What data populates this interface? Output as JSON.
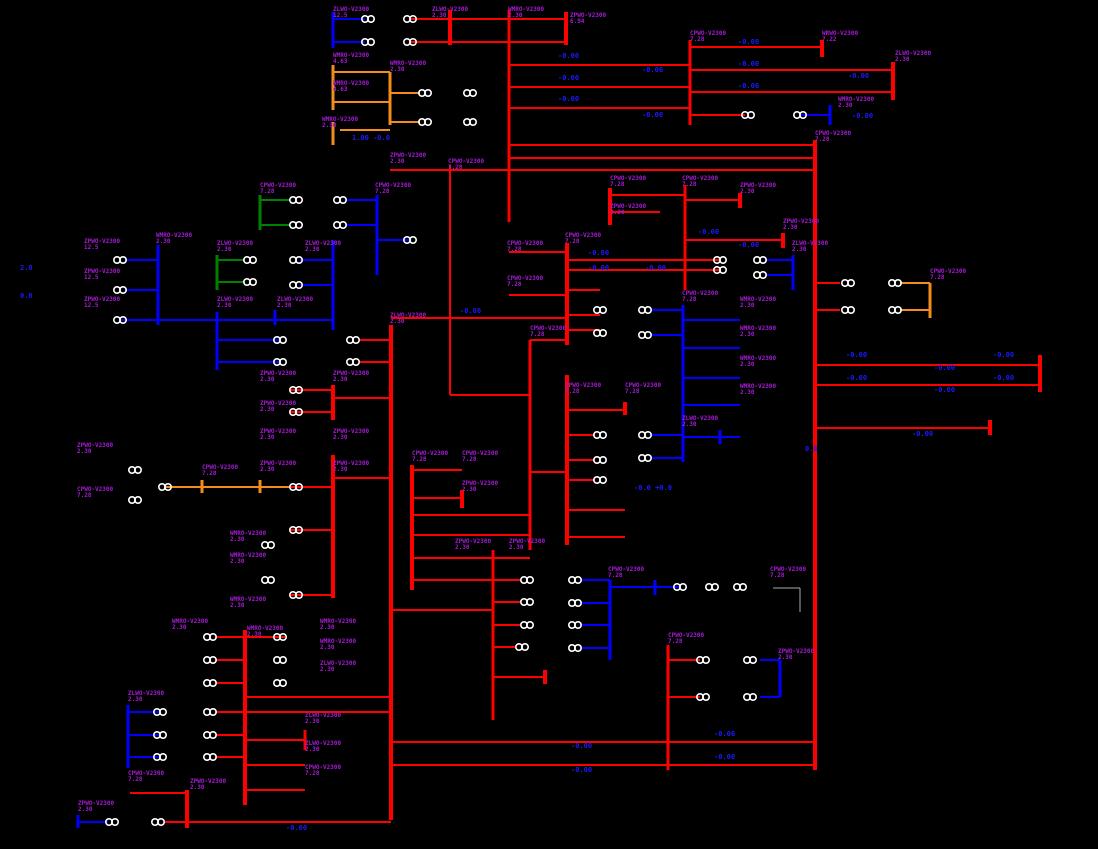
{
  "diagram": {
    "title": "Power system one-line diagram"
  },
  "colors": {
    "background": "#000000",
    "bus_high": "#ff0000",
    "bus_low": "#0000ff",
    "bus_mid": "#f28c1a",
    "bus_gen": "#008000",
    "label": "#a21ccf",
    "value": "#1a1aff",
    "device": "#ffffff"
  },
  "labels": [
    {
      "name": "ZLWO-V2300",
      "value": "12.5"
    },
    {
      "name": "ZLWO-V2300",
      "value": "2.30"
    },
    {
      "name": "WMRO-V2300",
      "value": "2.30"
    },
    {
      "name": "ZPWO-V2300",
      "value": "6.94"
    },
    {
      "name": "WMRO-V2300",
      "value": "4.63"
    },
    {
      "name": "WMRO-V2300",
      "value": "2.30"
    },
    {
      "name": "WMRO-V2300",
      "value": "4.63"
    },
    {
      "name": "WMRO-V2300",
      "value": "2.30"
    },
    {
      "name": "CPWO-V2300",
      "value": "7.28"
    },
    {
      "name": "WRWO-V2300",
      "value": "7.22"
    },
    {
      "name": "ZLWO-V2300",
      "value": "2.30"
    },
    {
      "name": "WMRO-V2300",
      "value": "2.30"
    },
    {
      "name": "CPWO-V2300",
      "value": "7.28"
    },
    {
      "name": "ZPWO-V2300",
      "value": "2.30"
    },
    {
      "name": "CPWO-V2300",
      "value": "7.28"
    },
    {
      "name": "CPWO-V2300",
      "value": "7.28"
    },
    {
      "name": "CPWO-V2300",
      "value": "7.28"
    },
    {
      "name": "CPWO-V2300",
      "value": "7.28"
    },
    {
      "name": "CPWO-V2300",
      "value": "7.28"
    },
    {
      "name": "ZPWO-V2300",
      "value": "2.30"
    },
    {
      "name": "ZPWO-V2300",
      "value": "2.30"
    },
    {
      "name": "ZPWO-V2300",
      "value": "2.30"
    },
    {
      "name": "WMRO-V2300",
      "value": "2.30"
    },
    {
      "name": "CPWO-V2300",
      "value": "7.28"
    },
    {
      "name": "CPWO-V2300",
      "value": "7.28"
    },
    {
      "name": "ZLWO-V2300",
      "value": "2.30"
    },
    {
      "name": "ZLWO-V2300",
      "value": "2.30"
    },
    {
      "name": "ZLWO-V2300",
      "value": "2.30"
    },
    {
      "name": "ZPWO-V2300",
      "value": "12.5"
    },
    {
      "name": "ZPWO-V2300",
      "value": "12.5"
    },
    {
      "name": "ZPWO-V2300",
      "value": "12.5"
    },
    {
      "name": "CPWO-V2300",
      "value": "7.28"
    },
    {
      "name": "CPWO-V2300",
      "value": "7.28"
    },
    {
      "name": "CPWO-V2300",
      "value": "7.28"
    },
    {
      "name": "WMRO-V2300",
      "value": "2.30"
    },
    {
      "name": "WMRO-V2300",
      "value": "2.30"
    },
    {
      "name": "WMRO-V2300",
      "value": "2.30"
    },
    {
      "name": "WMRO-V2300",
      "value": "2.30"
    },
    {
      "name": "ZLWO-V2300",
      "value": "2.30"
    },
    {
      "name": "ZLWO-V2300",
      "value": "2.30"
    },
    {
      "name": "ZLWO-V2300",
      "value": "2.30"
    },
    {
      "name": "CPWO-V2300",
      "value": "7.28"
    },
    {
      "name": "ZPWO-V2300",
      "value": "2.30"
    },
    {
      "name": "ZPWO-V2300",
      "value": "2.30"
    },
    {
      "name": "ZPWO-V2300",
      "value": "2.30"
    },
    {
      "name": "ZPWO-V2300",
      "value": "2.30"
    },
    {
      "name": "ZPWO-V2300",
      "value": "2.30"
    },
    {
      "name": "ZPWO-V2300",
      "value": "2.30"
    },
    {
      "name": "ZPWO-V2300",
      "value": "2.30"
    },
    {
      "name": "ZPWO-V2300",
      "value": "2.30"
    },
    {
      "name": "CPWO-V2300",
      "value": "7.28"
    },
    {
      "name": "CPWO-V2300",
      "value": "7.28"
    },
    {
      "name": "CPWO-V2300",
      "value": "7.28"
    },
    {
      "name": "CPWO-V2300",
      "value": "7.28"
    },
    {
      "name": "CPWO-V2300",
      "value": "7.28"
    },
    {
      "name": "CPWO-V2300",
      "value": "7.28"
    },
    {
      "name": "ZPWO-V2300",
      "value": "2.30"
    },
    {
      "name": "ZPWO-V2300",
      "value": "2.30"
    },
    {
      "name": "ZPWO-V2300",
      "value": "2.30"
    },
    {
      "name": "WMRO-V2300",
      "value": "2.30"
    },
    {
      "name": "WMRO-V2300",
      "value": "2.30"
    },
    {
      "name": "WMRO-V2300",
      "value": "2.30"
    },
    {
      "name": "WMRO-V2300",
      "value": "2.30"
    },
    {
      "name": "WMRO-V2300",
      "value": "2.30"
    },
    {
      "name": "WMRO-V2300",
      "value": "2.30"
    },
    {
      "name": "WMRO-V2300",
      "value": "2.30"
    },
    {
      "name": "ZLWO-V2300",
      "value": "2.30"
    },
    {
      "name": "ZLWO-V2300",
      "value": "2.30"
    },
    {
      "name": "ZLWO-V2300",
      "value": "2.30"
    },
    {
      "name": "ZLWO-V2300",
      "value": "2.30"
    },
    {
      "name": "CPWO-V2300",
      "value": "7.28"
    },
    {
      "name": "CPWO-V2300",
      "value": "7.28"
    },
    {
      "name": "ZPWO-V2300",
      "value": "2.30"
    },
    {
      "name": "ZPWO-V2300",
      "value": "2.30"
    },
    {
      "name": "CPWO-V2300",
      "value": "7.28"
    },
    {
      "name": "CPWO-V2300",
      "value": "7.28"
    },
    {
      "name": "CPWO-V2300",
      "value": "7.28"
    },
    {
      "name": "ZPWO-V2300",
      "value": "2.30"
    },
    {
      "name": "ZLWO-V2300",
      "value": "2.30"
    }
  ],
  "values": [
    "-0.00",
    "-0.00",
    "-0.00",
    "-0.00",
    "-0.00",
    "-0.00",
    "-0.00",
    "-0.00",
    "-0.00",
    "-0.00",
    "-0.00",
    "-0.00",
    "-0.00",
    "-0.00",
    "-0.00",
    "-0.00",
    "-0.00",
    "-0.00",
    "-0.00",
    "-0.00",
    "-0.00",
    "-0.00",
    "-0.00",
    "-0.00",
    "-0.00",
    "-0.00",
    "-0.00",
    "-0.00",
    "-0.0 +0.0",
    "1.00 -0.0",
    "2.0",
    "0.0",
    "0.0"
  ]
}
